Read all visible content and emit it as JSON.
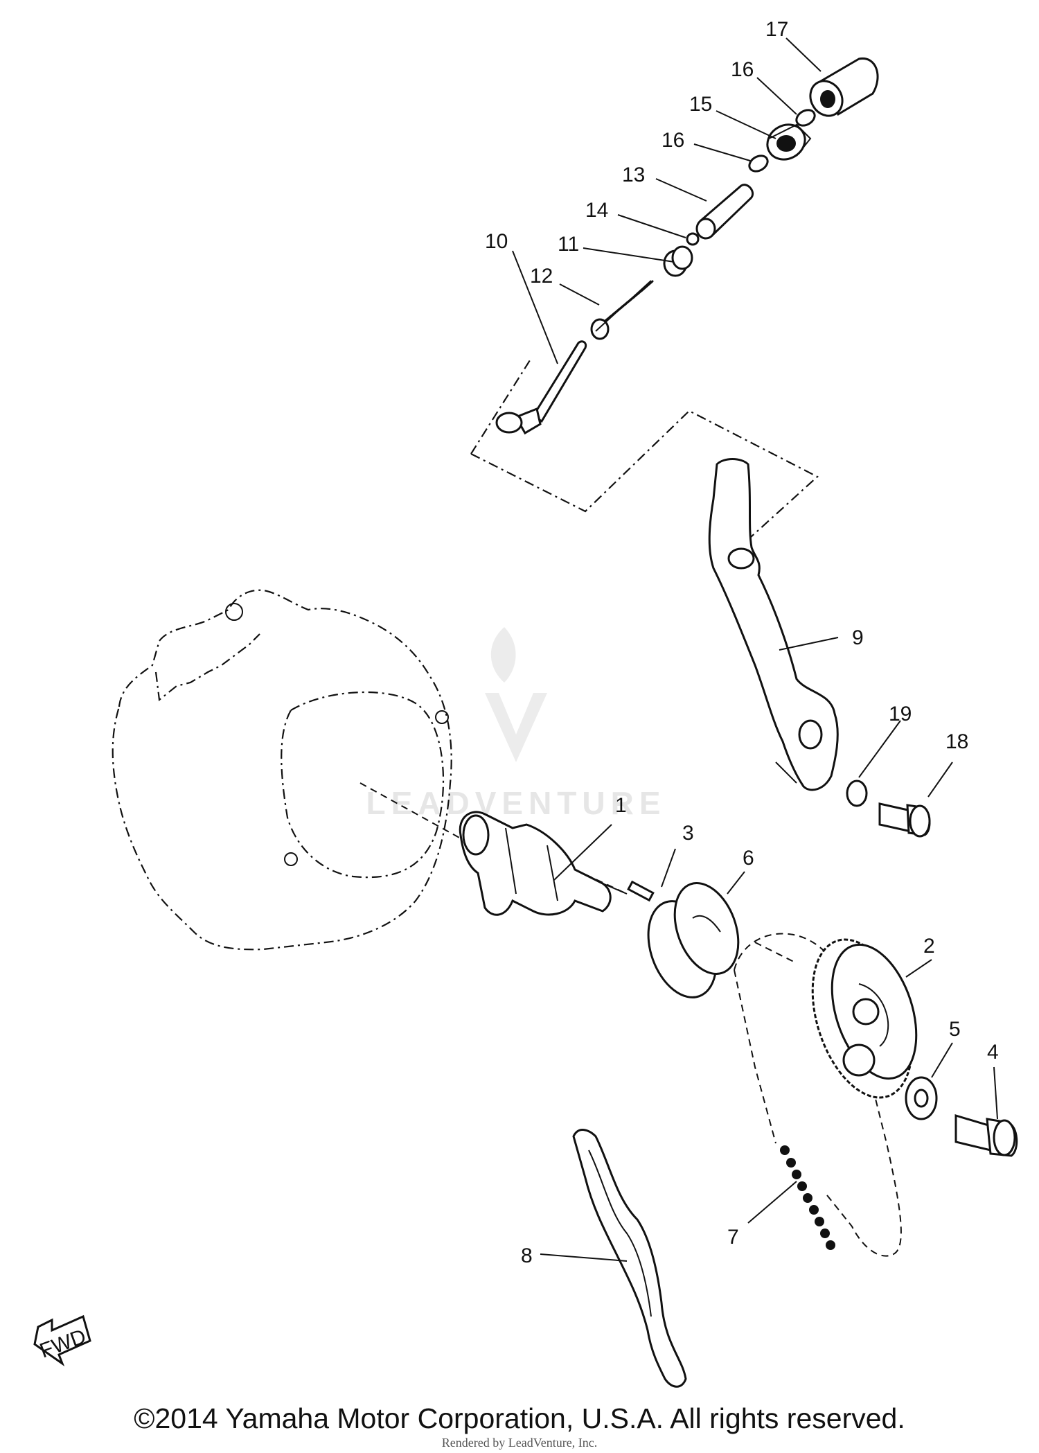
{
  "parts": [
    {
      "number": "1"
    },
    {
      "number": "2"
    },
    {
      "number": "3"
    },
    {
      "number": "4"
    },
    {
      "number": "5"
    },
    {
      "number": "6"
    },
    {
      "number": "7"
    },
    {
      "number": "8"
    },
    {
      "number": "9"
    },
    {
      "number": "10"
    },
    {
      "number": "11"
    },
    {
      "number": "12"
    },
    {
      "number": "13"
    },
    {
      "number": "14"
    },
    {
      "number": "15"
    },
    {
      "number": "16"
    },
    {
      "number": "16"
    },
    {
      "number": "17"
    },
    {
      "number": "18"
    },
    {
      "number": "19"
    }
  ],
  "fwd_label": "FWD",
  "watermark": "LEADVENTURE",
  "copyright": "©2014 Yamaha Motor Corporation, U.S.A. All rights reserved.",
  "rendered_by": "Rendered by LeadVenture, Inc."
}
